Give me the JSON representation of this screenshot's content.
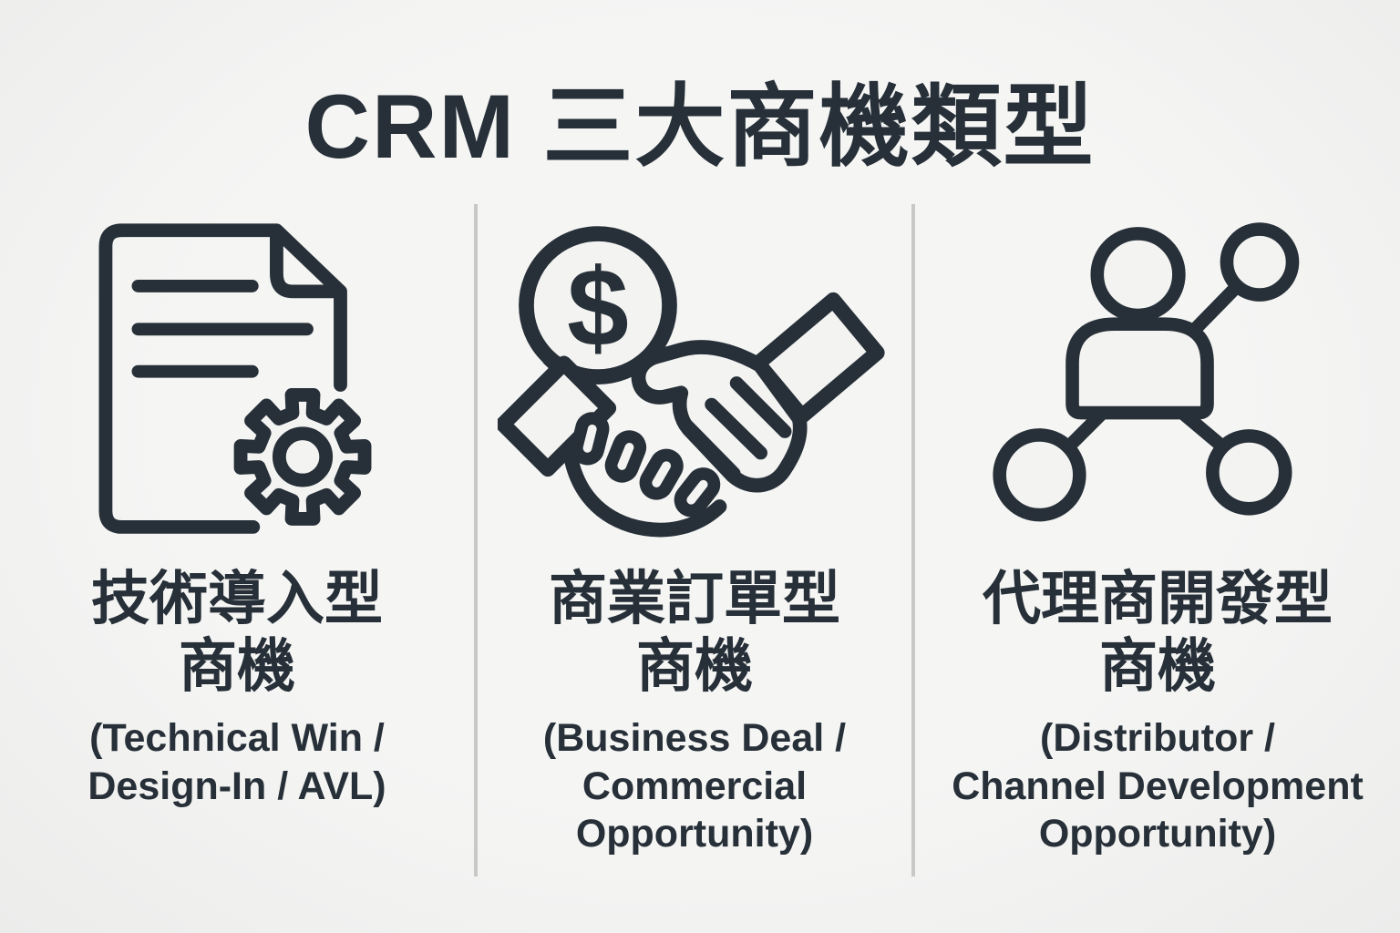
{
  "page": {
    "title": "CRM 三大商機類型",
    "background_color": "#f3f3f2",
    "text_color": "#273038",
    "divider_color": "#c8c8c7"
  },
  "columns": [
    {
      "icon": "document-gear-icon",
      "zh": "技術導入型\n商機",
      "en": "(Technical Win /\nDesign-In / AVL)"
    },
    {
      "icon": "dollar-handshake-icon",
      "dollar": "$",
      "zh": "商業訂單型\n商機",
      "en": "(Business Deal /\nCommercial\nOpportunity)"
    },
    {
      "icon": "person-network-icon",
      "zh": "代理商開發型\n商機",
      "en": "(Distributor /\nChannel Development\nOpportunity)"
    }
  ]
}
